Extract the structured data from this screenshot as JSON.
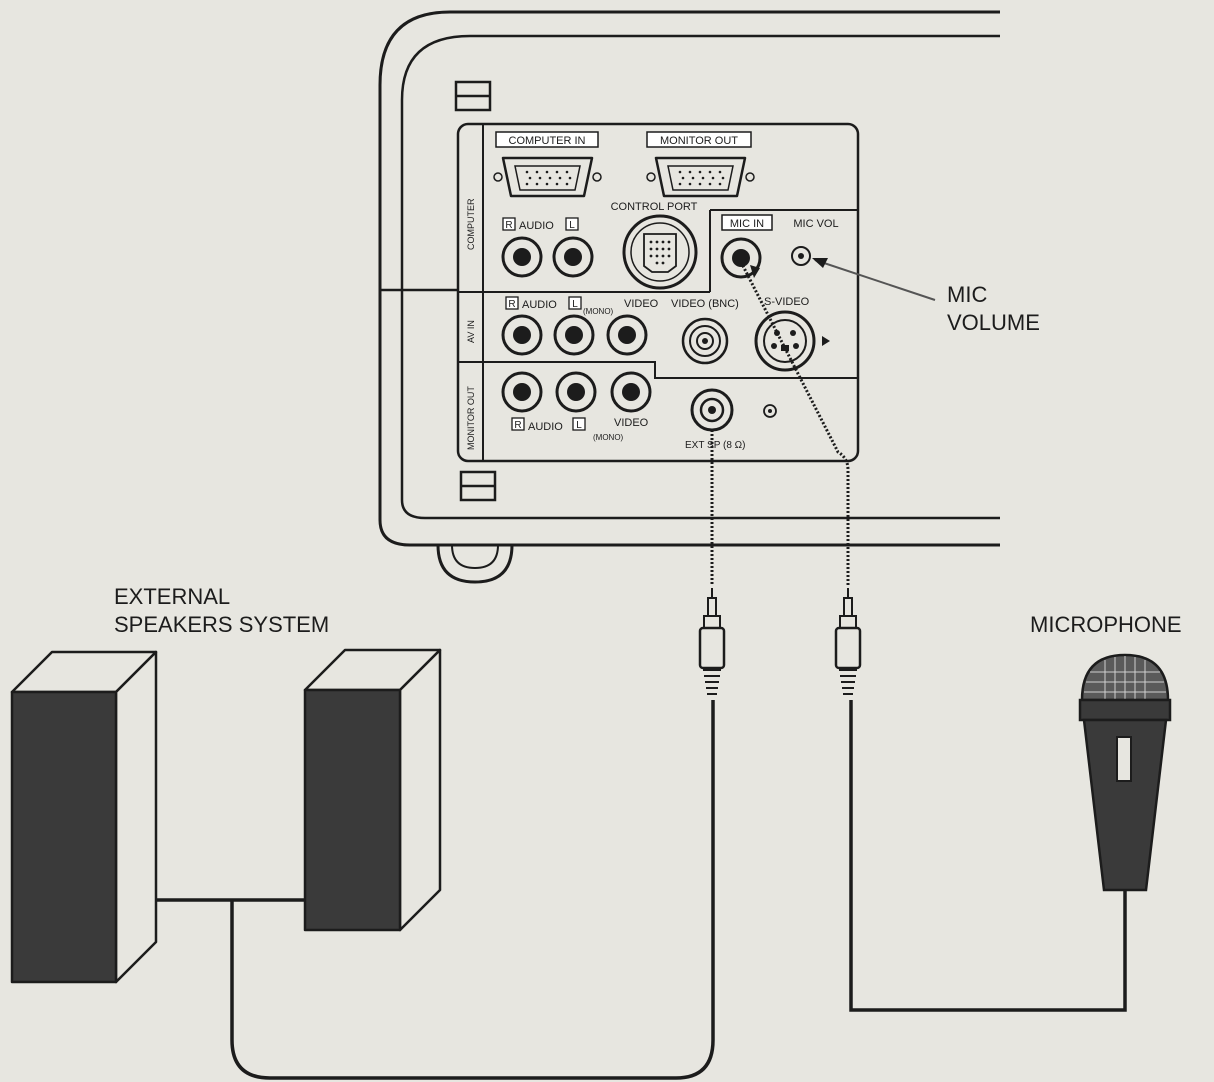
{
  "panel": {
    "computer_in": "COMPUTER IN",
    "monitor_out_top": "MONITOR OUT",
    "control_port": "CONTROL PORT",
    "mic_in": "MIC IN",
    "mic_vol": "MIC VOL",
    "computer_section": "COMPUTER",
    "computer_audio_r": "R",
    "computer_audio": "AUDIO",
    "computer_audio_l": "L",
    "av_in_section": "AV IN",
    "av_audio_r": "R",
    "av_audio": "AUDIO",
    "av_audio_l": "L",
    "av_mono": "(MONO)",
    "av_video": "VIDEO",
    "video_bnc": "VIDEO (BNC)",
    "s_video": "S-VIDEO",
    "monitor_out_section": "MONITOR OUT",
    "mo_audio_r": "R",
    "mo_audio": "AUDIO",
    "mo_audio_l": "L",
    "mo_mono": "(MONO)",
    "mo_video": "VIDEO",
    "ext_sp": "EXT SP (8 Ω)"
  },
  "callouts": {
    "mic_volume_line1": "MIC",
    "mic_volume_line2": "VOLUME",
    "speakers_line1": "EXTERNAL",
    "speakers_line2": "SPEAKERS SYSTEM",
    "microphone": "MICROPHONE"
  },
  "colors": {
    "background": "#e7e6e0",
    "ink": "#1c1c1c",
    "speaker_front": "#3a3a3a",
    "speaker_side": "#e7e6e0"
  }
}
